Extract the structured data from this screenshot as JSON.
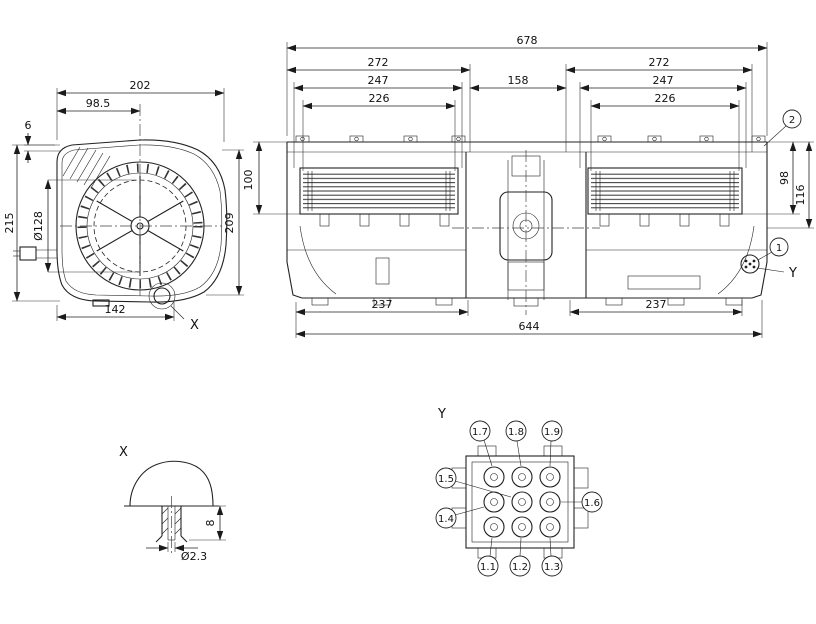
{
  "side_view": {
    "dim_width_total": "202",
    "dim_width_to_center": "98.5",
    "dim_offset": "6",
    "dim_height_left": "215",
    "dim_impeller_diameter": "Ø128",
    "dim_height_right": "209",
    "dim_width_bottom": "142",
    "detail_ref": "X"
  },
  "front_view": {
    "dim_total_width": "678",
    "dim_left_flange": "272",
    "dim_right_flange": "272",
    "dim_center_gap": "158",
    "dim_left_inner": "247",
    "dim_right_inner": "247",
    "dim_left_inlet": "226",
    "dim_right_inlet": "226",
    "dim_height_inlet": "100",
    "dim_height_flange": "98",
    "dim_height_total": "116",
    "dim_bottom_left": "237",
    "dim_bottom_right": "237",
    "dim_bottom_total": "644",
    "callout_1": "1",
    "callout_2": "2",
    "detail_ref": "Y"
  },
  "detail_x": {
    "title": "X",
    "dim_height": "8",
    "dim_hole": "Ø2.3"
  },
  "detail_y": {
    "title": "Y",
    "pins": {
      "p17": "1.7",
      "p18": "1.8",
      "p19": "1.9",
      "p15": "1.5",
      "p16": "1.6",
      "p14": "1.4",
      "p11": "1.1",
      "p12": "1.2",
      "p13": "1.3"
    }
  }
}
